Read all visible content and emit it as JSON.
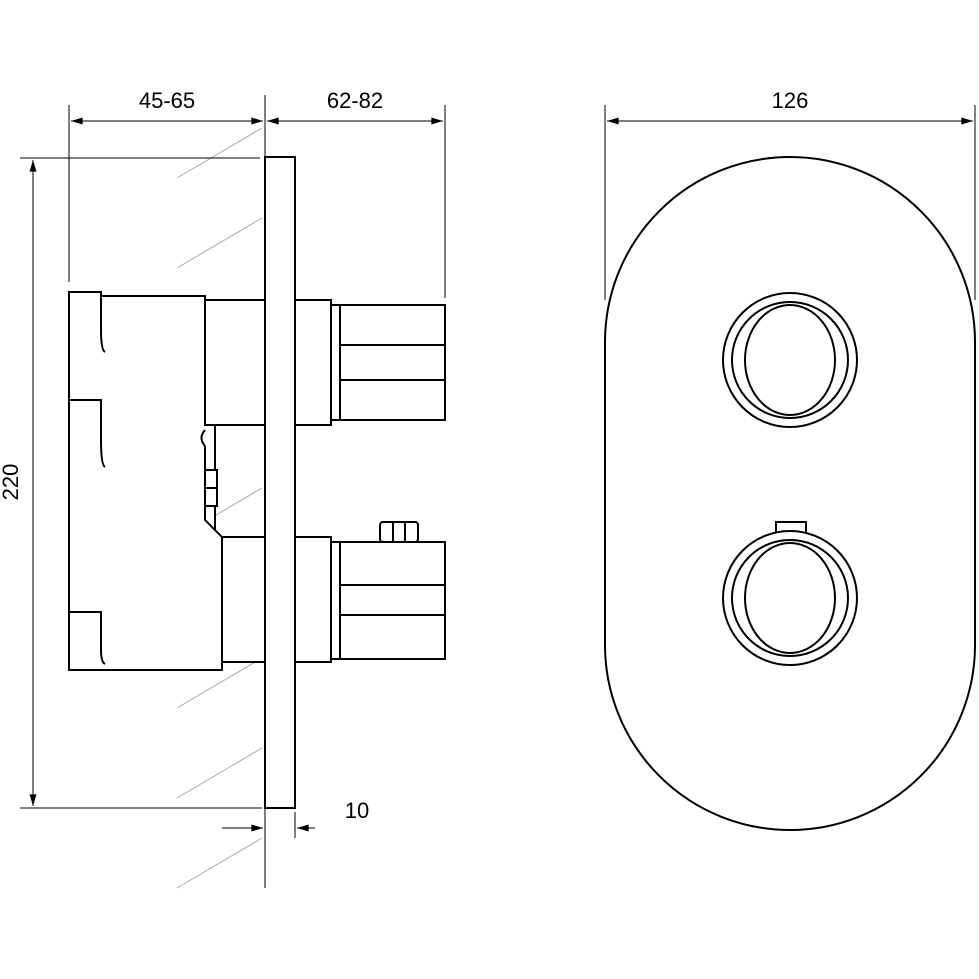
{
  "title": "Concealed thermostatic mixer – dimension drawing",
  "dimensions": {
    "wall_depth": "45-65",
    "projection": "62-82",
    "plate_width": "126",
    "plate_height": "220",
    "plate_thickness": "10"
  },
  "colors": {
    "line": "#000000",
    "hatch": "#aaaaaa",
    "background": "#ffffff"
  }
}
